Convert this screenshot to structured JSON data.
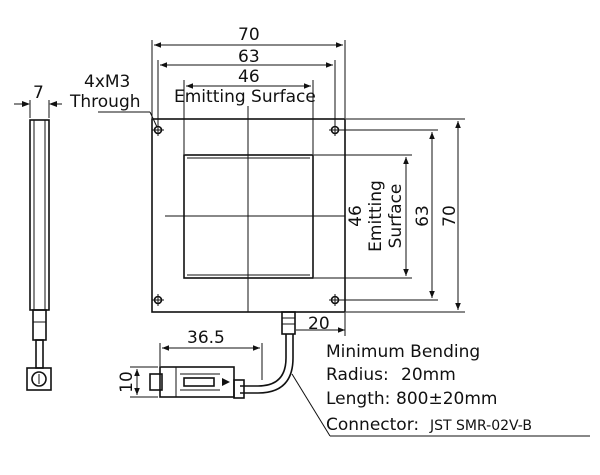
{
  "dimensions": {
    "overall_width": "70",
    "hole_pitch_h": "63",
    "emit_width": "46",
    "emit_width_label": "Emitting Surface",
    "overall_height": "70",
    "hole_pitch_v": "63",
    "emit_height": "46",
    "emit_height_label_1": "Emitting",
    "emit_height_label_2": "Surface",
    "thickness": "7",
    "cable_offset": "20",
    "connector_length": "36.5",
    "connector_height": "10"
  },
  "holes": {
    "count_label": "4xM3",
    "type_label": "Through"
  },
  "notes": {
    "line1": "Minimum Bending",
    "line2_label": "Radius:",
    "line2_value": "20mm",
    "line3_label": "Length:",
    "line3_value": "800±20mm",
    "line4_label": "Connector:",
    "line4_value": "JST SMR-02V-B"
  }
}
